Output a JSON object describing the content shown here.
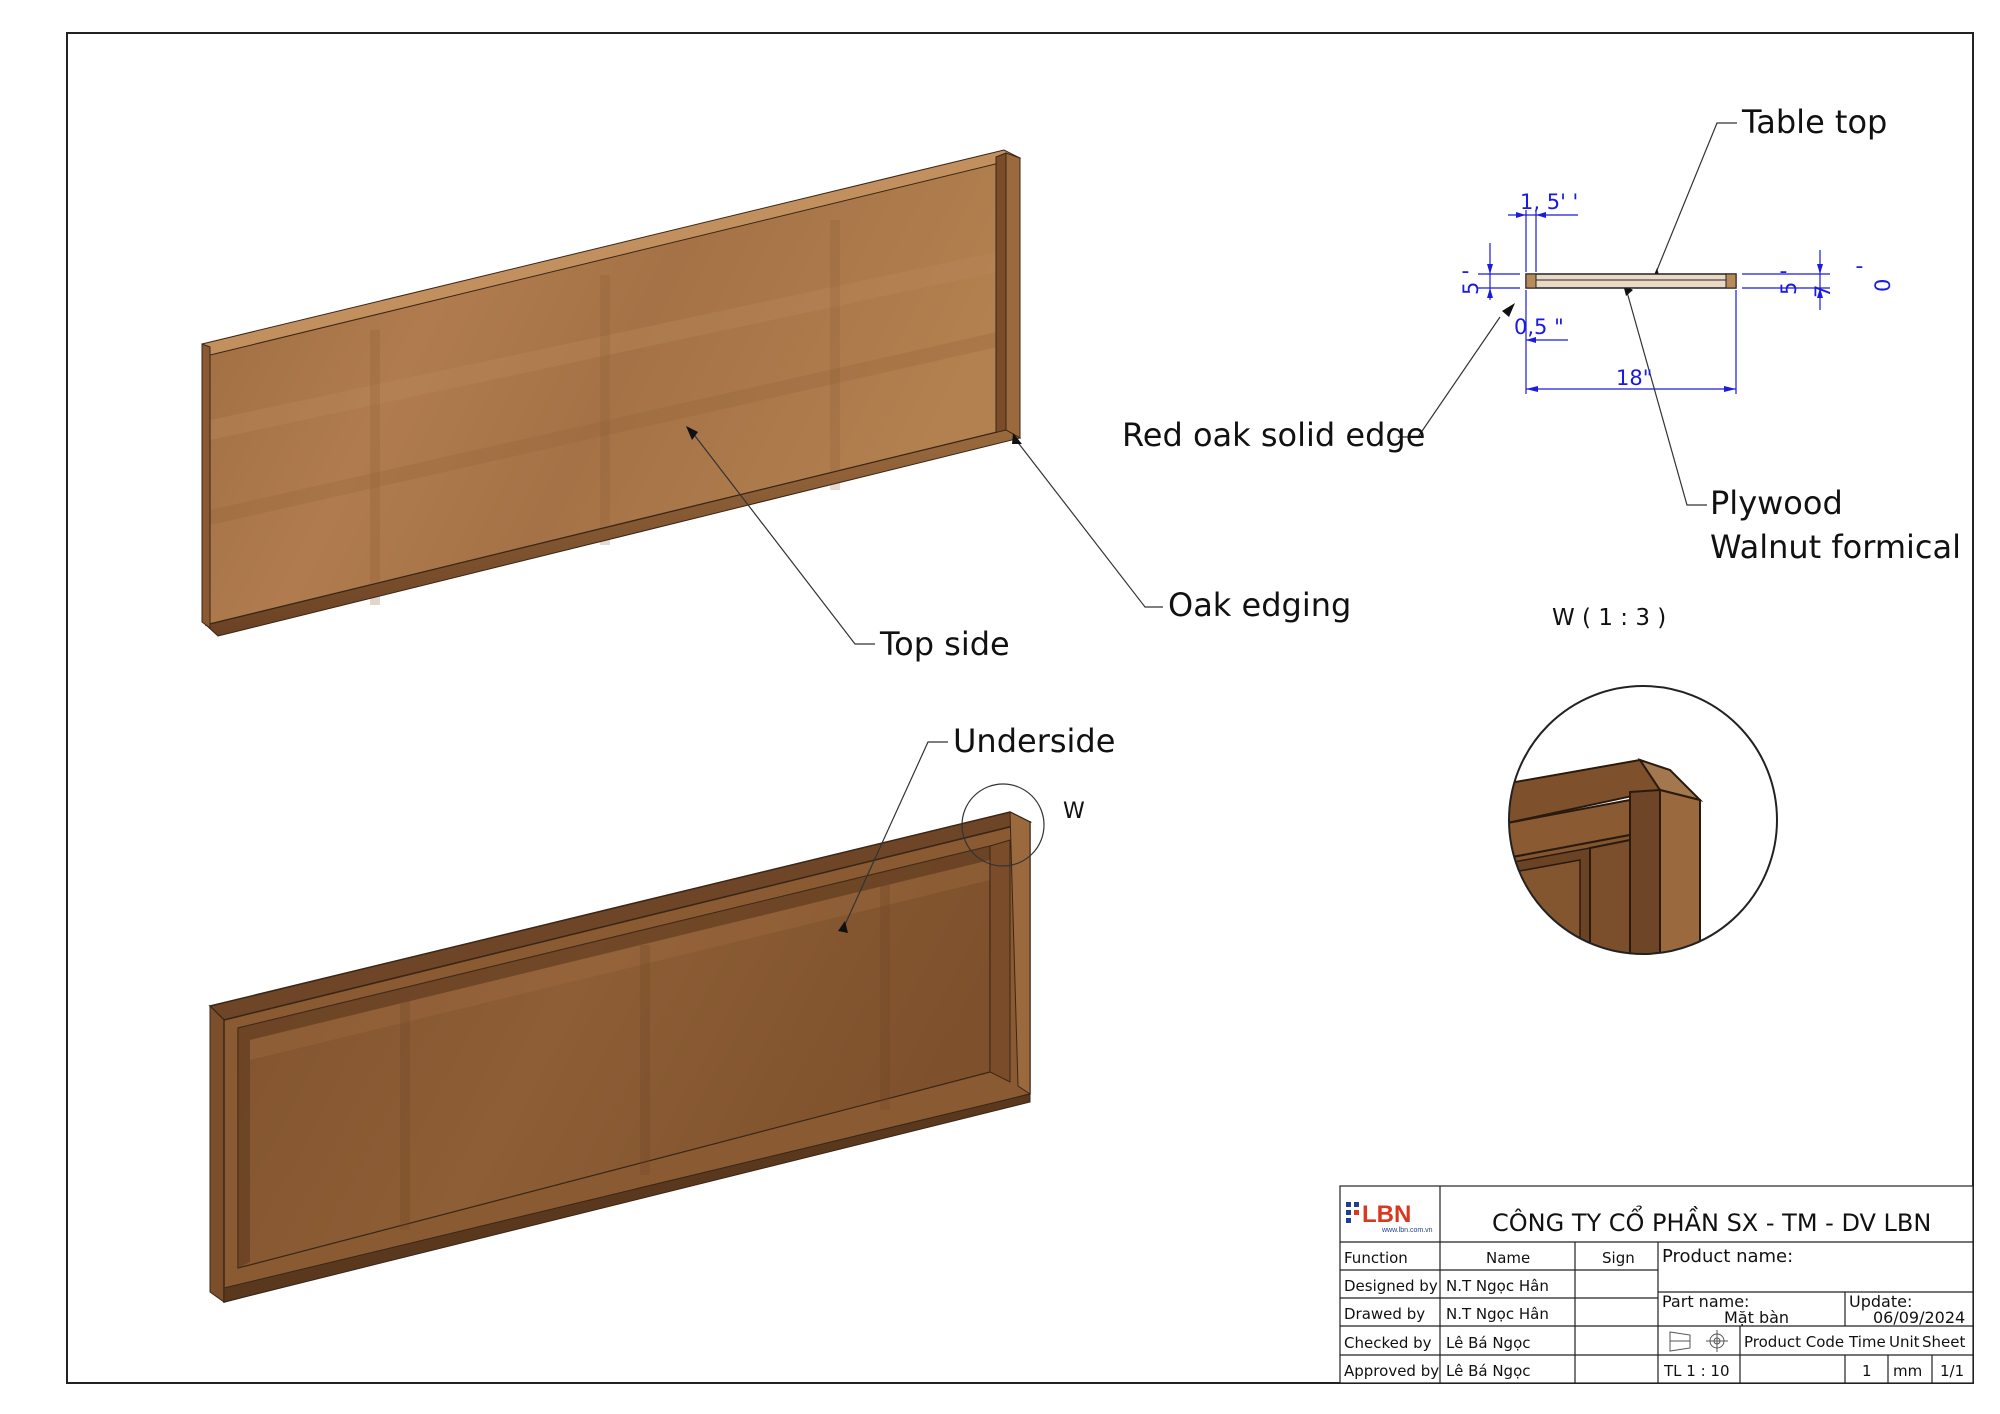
{
  "callouts": {
    "top_side": "Top side",
    "oak_edging": "Oak edging",
    "underside": "Underside",
    "detail_marker": "W",
    "table_top": "Table top",
    "red_oak": "Red oak solid edge",
    "plywood": "Plywood",
    "walnut": "Walnut formical",
    "detail_title": "W ( 1 : 3 )"
  },
  "dimensions": {
    "d1": "1, 5' '",
    "d2": "0,5 \"",
    "d3": "18\"",
    "d4": "5 '",
    "d5": "5 '",
    "d6": "7",
    "d7": "'",
    "d8": "0"
  },
  "title_block": {
    "logo_text": "LBN",
    "logo_sub": "www.lbn.com.vn",
    "company": "CÔNG TY CỔ PHẦN SX - TM - DV LBN",
    "headers": {
      "function": "Function",
      "name": "Name",
      "sign": "Sign"
    },
    "rows": [
      {
        "function": "Designed by",
        "name": "N.T Ngọc Hân"
      },
      {
        "function": "Drawed by",
        "name": "N.T Ngọc Hân"
      },
      {
        "function": "Checked by",
        "name": "Lê Bá Ngọc"
      },
      {
        "function": "Approved by",
        "name": "Lê Bá Ngọc"
      }
    ],
    "product_name_label": "Product name:",
    "part_name_label": "Part name:",
    "part_name": "Mặt bàn",
    "update_label": "Update:",
    "update_date": "06/09/2024",
    "product_code_label": "Product Code",
    "time_label": "Time",
    "unit_label": "Unit",
    "sheet_label": "Sheet",
    "scale": "TL 1 : 10",
    "time": "1",
    "unit": "mm",
    "sheet": "1/1"
  },
  "colors": {
    "wood_light": "#a8764a",
    "wood_dark": "#6e4526",
    "edge": "#8a5a33",
    "dimension": "#1a1ae0",
    "logo_red": "#d9381e",
    "logo_blue": "#1f3f8f"
  }
}
